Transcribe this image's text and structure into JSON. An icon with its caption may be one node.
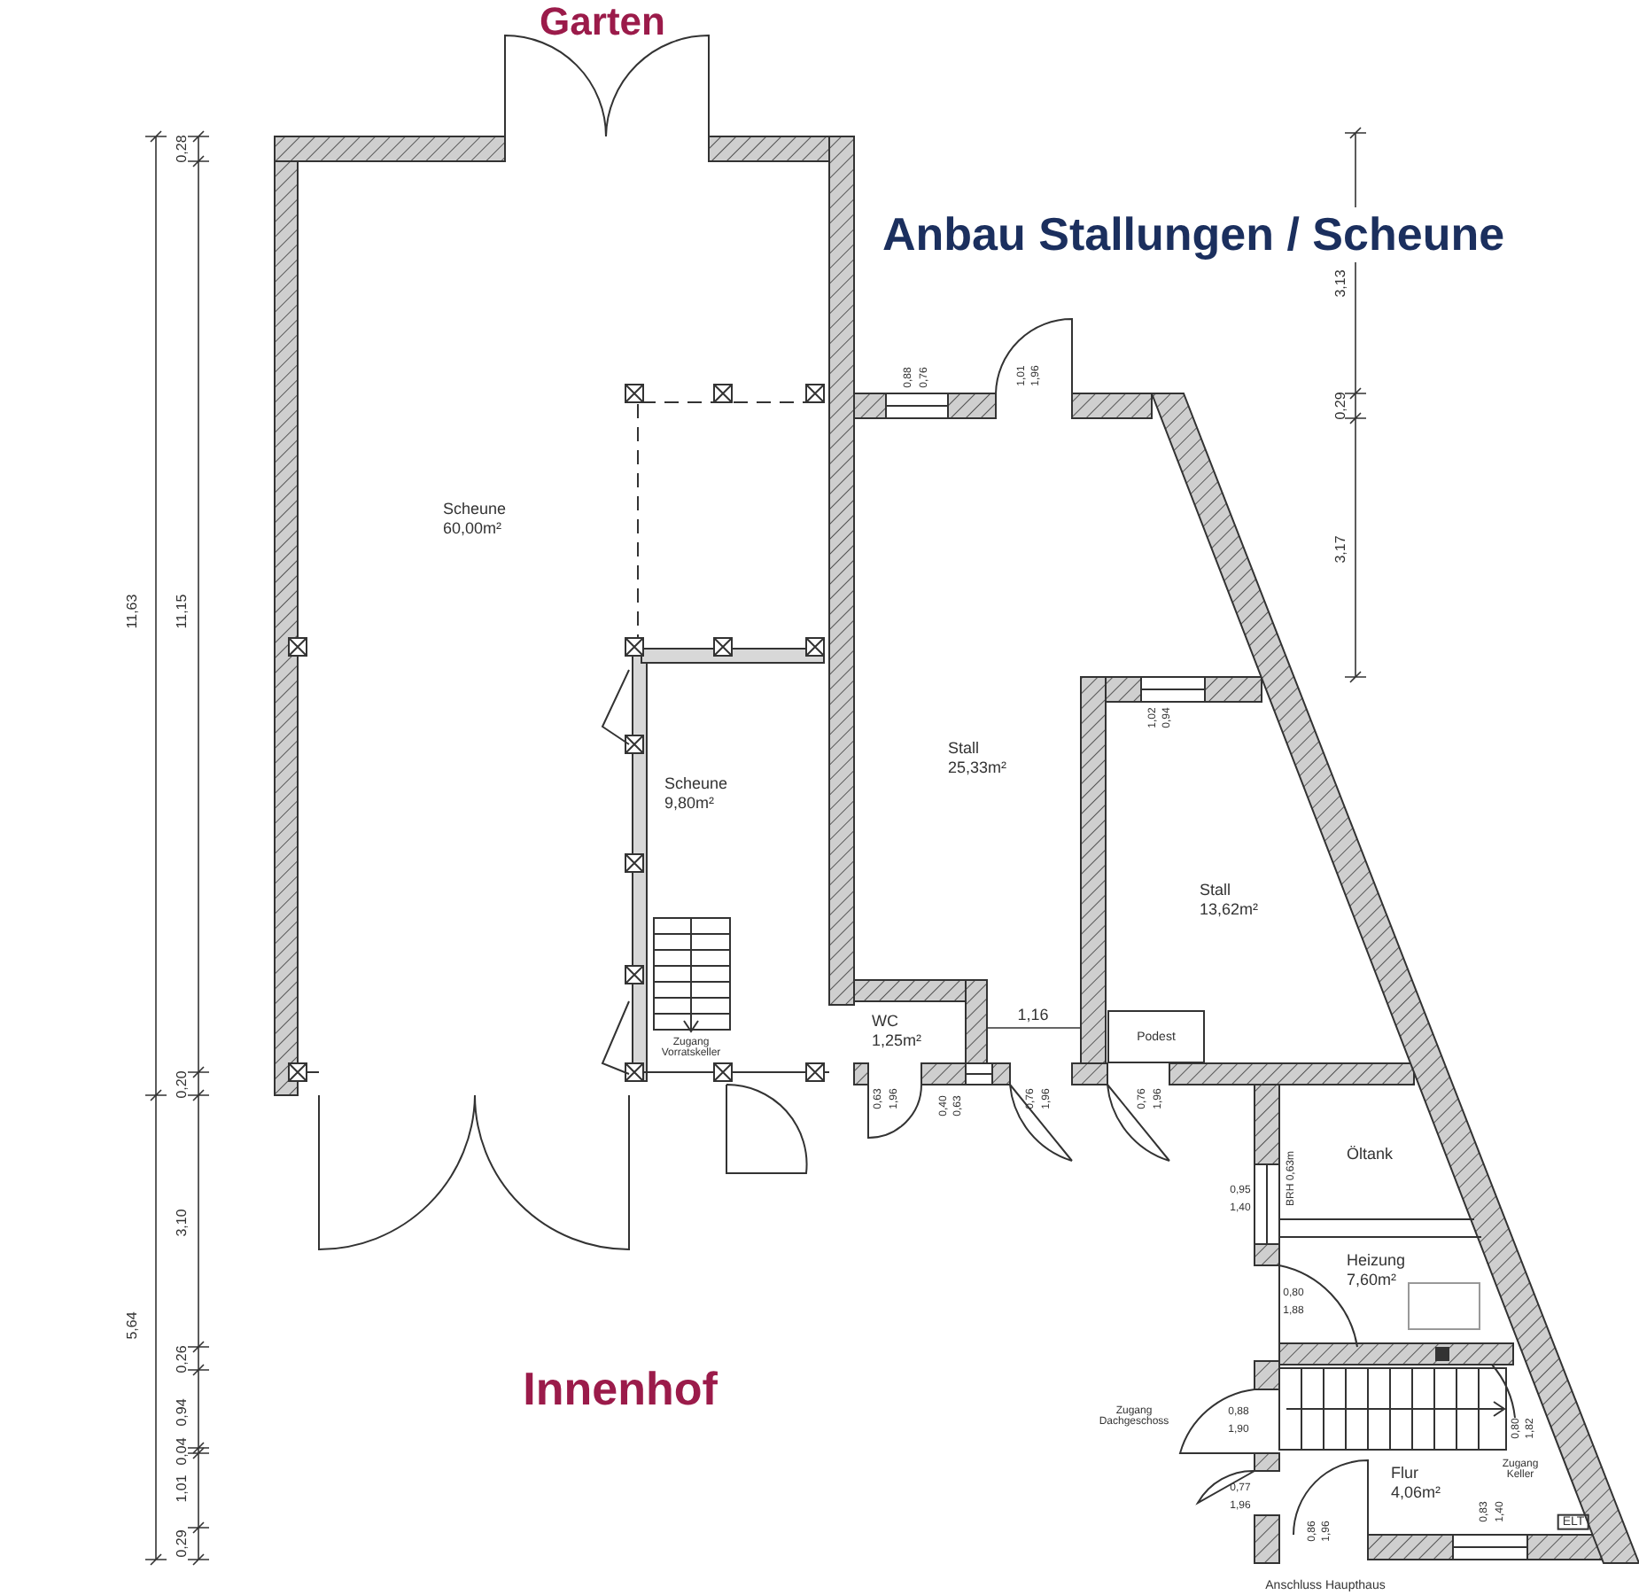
{
  "diagram": {
    "title": "Anbau Stallungen / Scheune",
    "nodes": [
      {
        "text": [
          "Scheune",
          "60,00m²"
        ]
      },
      {
        "text": [
          "Scheune",
          "9,80m²"
        ]
      },
      {
        "text": [
          "Stall",
          "25,33m²"
        ]
      },
      {
        "text": [
          "WC",
          "1,25m²"
        ]
      },
      {
        "text": [
          "Stall",
          "13,62m²"
        ]
      },
      {
        "text": [
          "Podest"
        ],
        "in": 4
      },
      {
        "text": [
          "Öltank"
        ]
      },
      {
        "text": [
          "Heizung",
          "7,60m²"
        ]
      },
      {
        "text": [
          "Flur",
          "4,06m²"
        ]
      }
    ],
    "labels": [
      "Garten",
      "0,88",
      "0,76",
      "1,01",
      "1,96",
      "3,13",
      "0,29",
      "3,17",
      "11,63",
      "0,28",
      "11,15",
      "0,20",
      "3,10",
      "0,26",
      "0,94",
      "0,04",
      "1,01",
      "0,29",
      "5,64",
      "1,02",
      "0,94",
      "Zugang Vorratskeller",
      "1,16",
      "0,63",
      "1,96",
      "0,40",
      "0,63",
      "0,76",
      "1,96",
      "0,76",
      "1,96",
      "0,95",
      "1,40",
      "BRH 0,63m",
      "0,80",
      "1,88",
      "Innenhof",
      "Zugang Dachgeschoss",
      "0,88",
      "1,90",
      "0,80",
      "1,82",
      "Zugang Keller",
      "0,77",
      "1,96",
      "0,86",
      "1,96",
      "0,83",
      "1,40",
      "ELT",
      "Anschluss Haupthaus"
    ]
  }
}
